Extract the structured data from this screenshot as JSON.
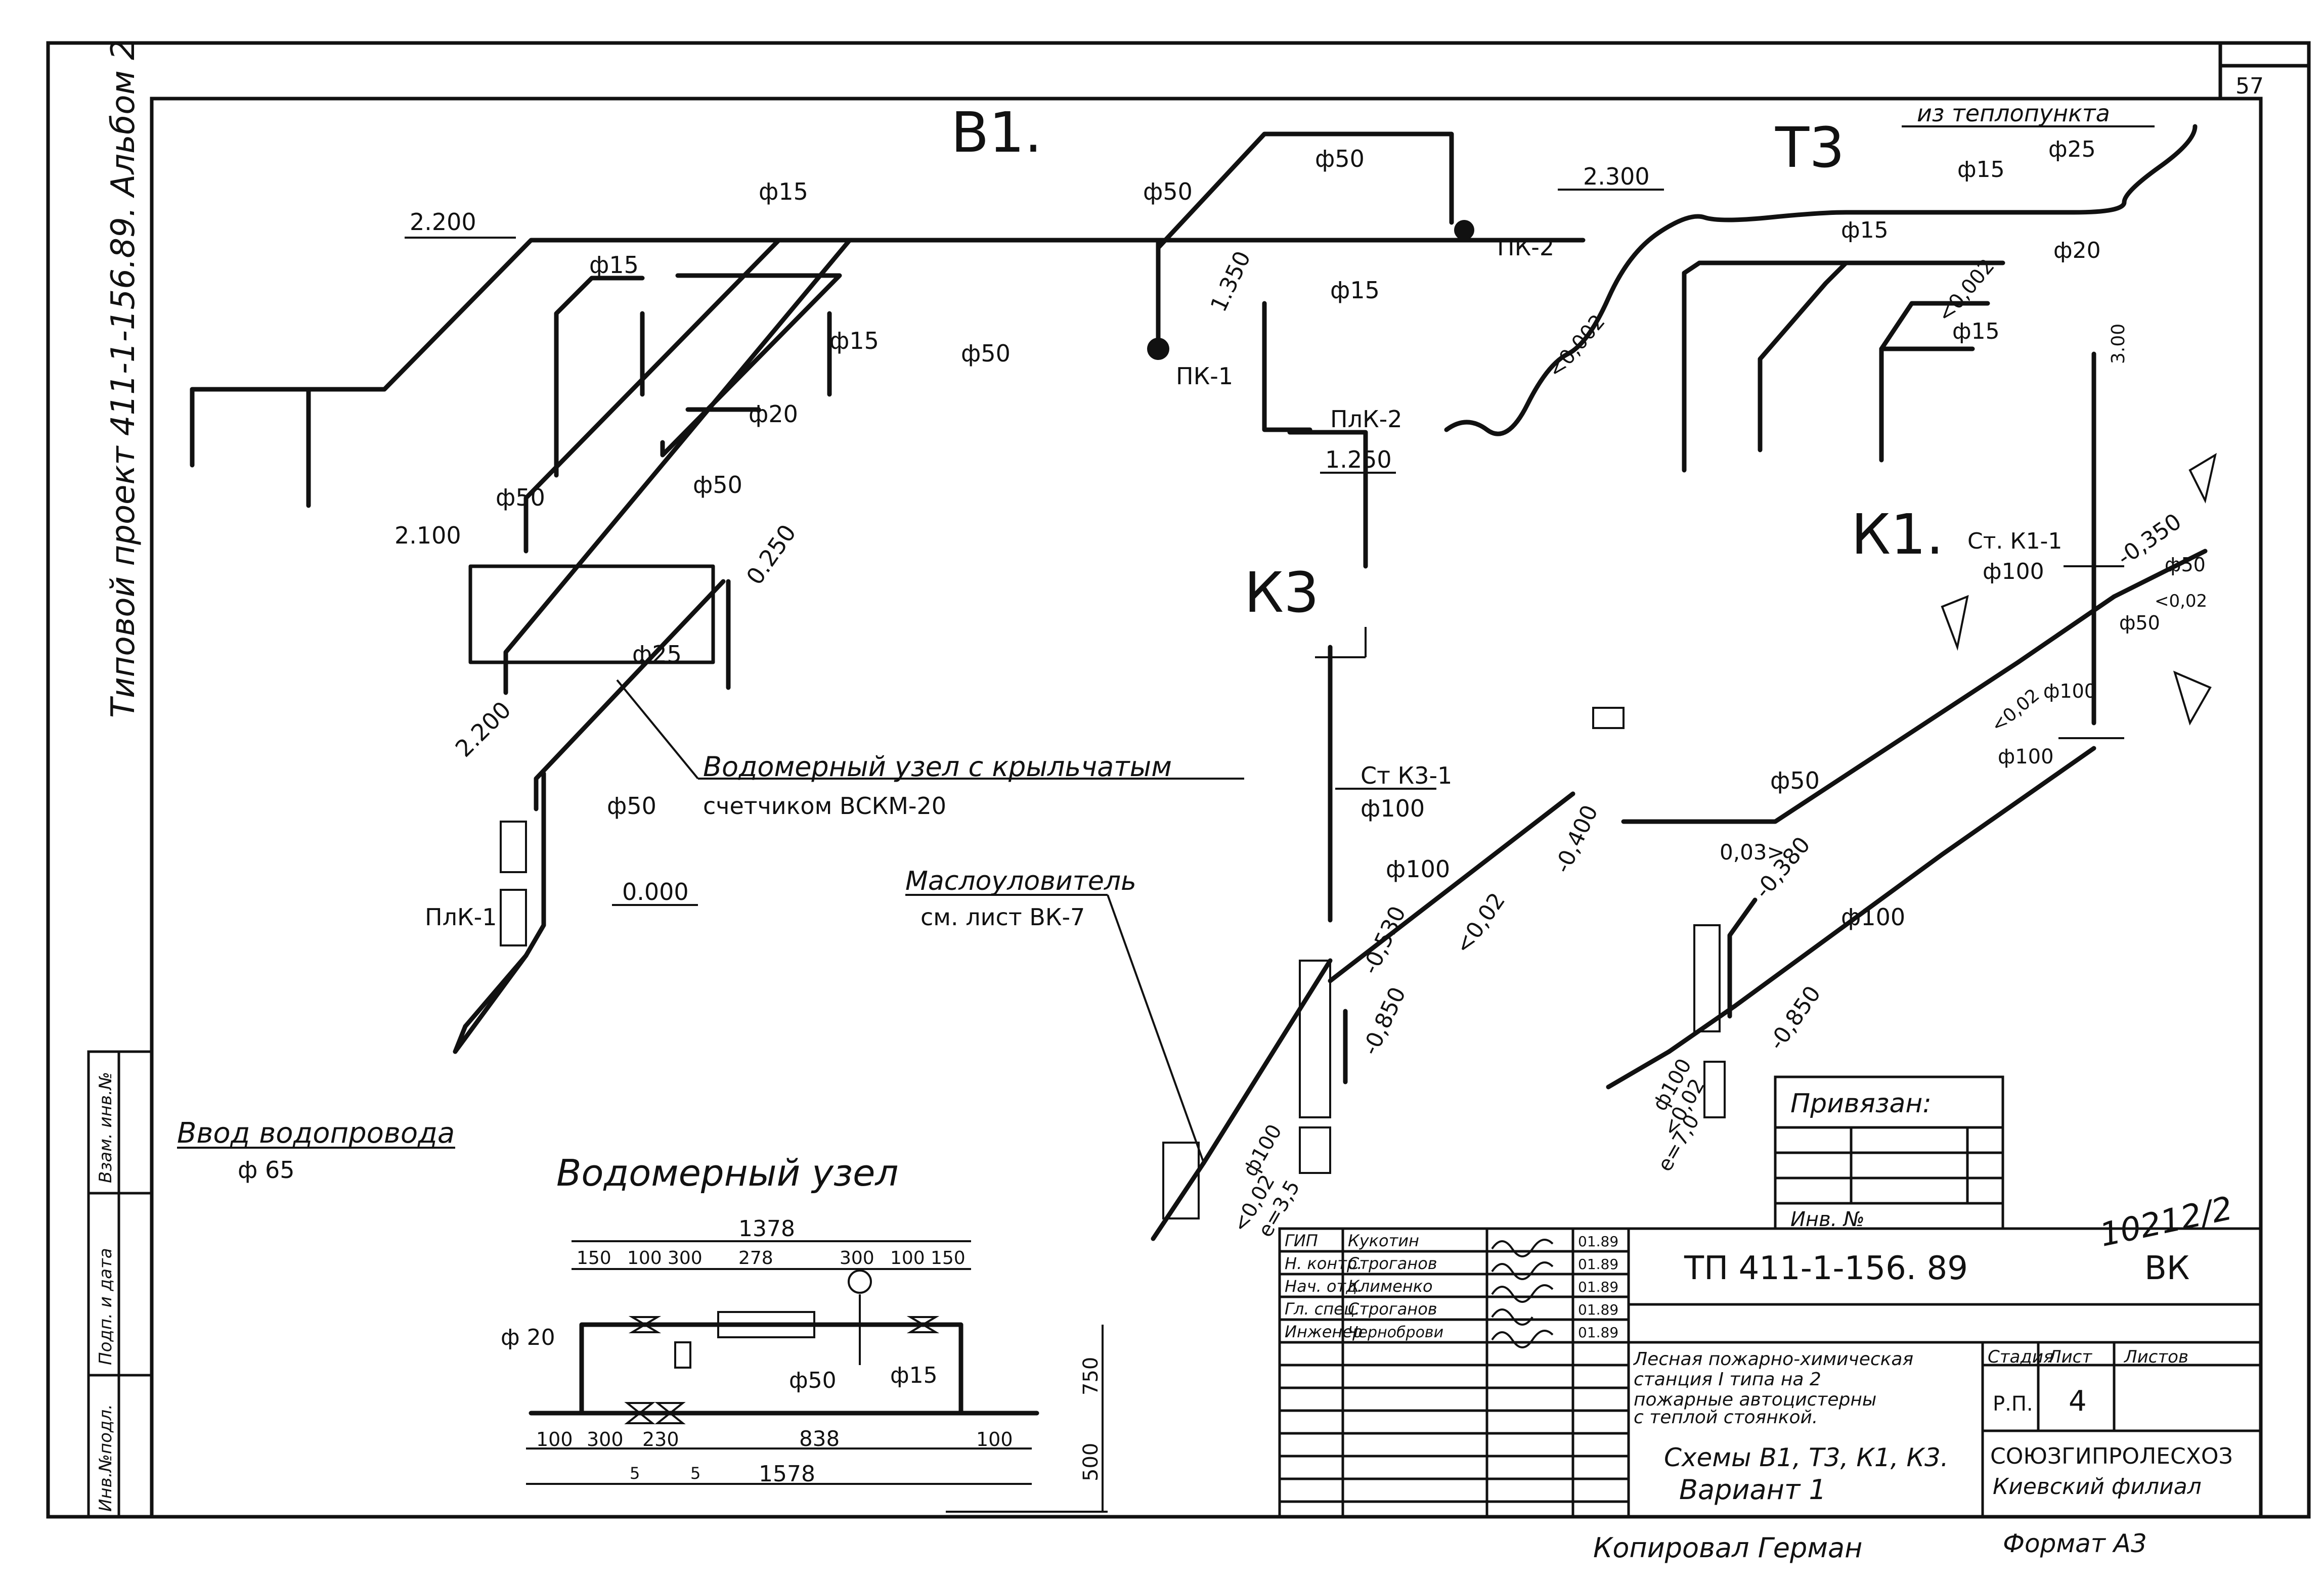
{
  "sheet": {
    "page_number": "57",
    "archive_number": "10212/2",
    "side_title": "Типовой проект 411-1-156.89. Альбом 2",
    "copied_by": "Копировал Герман",
    "format": "Формат А3"
  },
  "side_stamp": {
    "labels": [
      "Инв.№подл.",
      "Подп. и дата",
      "Взам. инв.№"
    ]
  },
  "schemes": {
    "b1": {
      "title": "В1.",
      "labels": [
        "2.200",
        "ф15",
        "ф50",
        "ф15",
        "ф15",
        "ф50",
        "ф20",
        "ф50",
        "ф50",
        "2.100",
        "0.250",
        "ф25",
        "2.200",
        "ф50",
        "0.000",
        "ПлК-1",
        "1.350",
        "ПК-1"
      ],
      "water_meter_note_line1": "Водомерный узел с крыльчатым",
      "water_meter_note_line2": "счетчиком ВСКМ-20",
      "inlet_label": "Ввод водопровода",
      "inlet_diameter": "ф 65"
    },
    "t3": {
      "title": "Т3",
      "from_heat_point": "из теплопункта",
      "labels": [
        "ф25",
        "2.300",
        "ф15",
        "ф15",
        "ф20",
        "ф15",
        "<0,002",
        "<0,002",
        "ф50",
        "ф50",
        "ф15",
        "ПК-2",
        "ПлК-2",
        "1.250"
      ]
    },
    "k3": {
      "title": "К3",
      "riser": "Ст К3-1",
      "riser_d": "ф100",
      "labels": [
        "ф100",
        "<0,02",
        "-0,530",
        "-0,400",
        "-0,850",
        "ф100",
        "<0,02",
        "е=3,5"
      ],
      "grease_trap_line1": "Маслоуловитель",
      "grease_trap_line2": "см. лист ВК-7"
    },
    "k1": {
      "title": "К1.",
      "riser": "Ст. К1-1",
      "riser_d": "ф100",
      "labels": [
        "-0,350",
        "ф50",
        "<0,02",
        "ф50",
        "ф100",
        "<0,02",
        "ф100",
        "ф50",
        "0,03>",
        "-0,380",
        "ф100",
        "-0,850",
        "ф100",
        "<0,02",
        "е=7,0",
        "3.00"
      ]
    }
  },
  "water_meter_unit": {
    "title": "Водомерный узел",
    "top_total": "1378",
    "top_dims": [
      "150",
      "100",
      "300",
      "278",
      "300",
      "100",
      "150"
    ],
    "bottom_dims": [
      "100",
      "300",
      "230",
      "838",
      "100"
    ],
    "bottom_small": [
      "5",
      "5"
    ],
    "bottom_total": "1578",
    "height_dims": [
      "750",
      "500"
    ],
    "pipe_labels": [
      "ф 20",
      "ф50",
      "ф15"
    ]
  },
  "binding_table": {
    "title": "Привязан:",
    "inv_label": "Инв. №"
  },
  "title_block": {
    "project_code": "ТП 411-1-156. 89",
    "sheet_mark": "ВК",
    "staff": [
      {
        "role": "ГИП",
        "name": "Кукотин",
        "date": "01.89"
      },
      {
        "role": "Н. контр.",
        "name": "Строганов",
        "date": "01.89"
      },
      {
        "role": "Нач. отд.",
        "name": "Клименко",
        "date": "01.89"
      },
      {
        "role": "Гл. спец.",
        "name": "Строганов",
        "date": "01.89"
      },
      {
        "role": "Инженер",
        "name": "Черноброви",
        "date": "01.89"
      }
    ],
    "object_name_lines": [
      "Лесная пожарно-химическая",
      "станция I типа на 2",
      "пожарные автоцистерны",
      "с теплой стоянкой."
    ],
    "stage_header": "Стадия",
    "sheet_header": "Лист",
    "sheets_header": "Листов",
    "stage": "Р.П.",
    "sheet_no": "4",
    "drawing_title_line1": "Схемы В1, Т3, К1, К3.",
    "drawing_title_line2": "Вариант 1",
    "org_line1": "СОЮЗГИПРОЛЕСХОЗ",
    "org_line2": "Киевский филиал"
  }
}
